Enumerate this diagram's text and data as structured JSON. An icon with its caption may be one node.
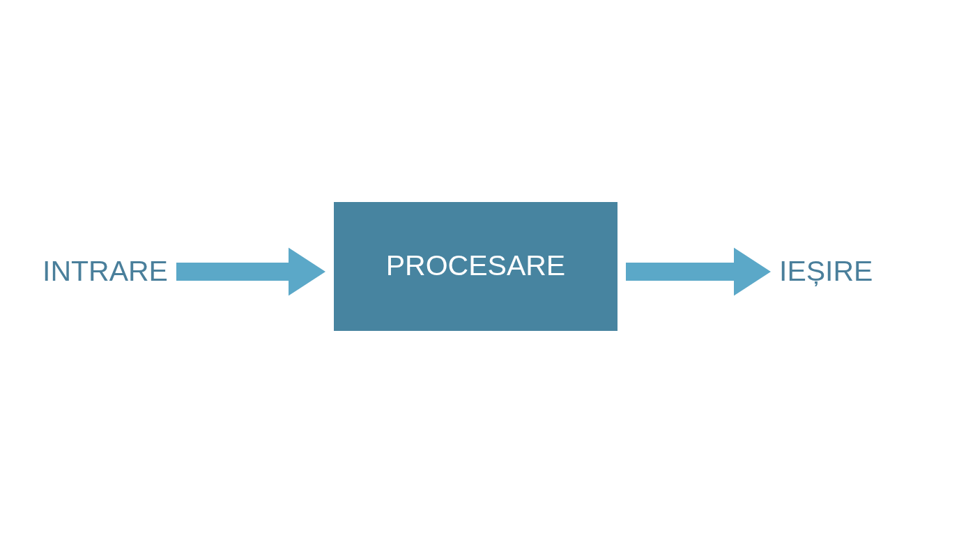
{
  "diagram": {
    "nodes": [
      {
        "text": [
          "INTRARE"
        ]
      },
      {
        "text": [
          "PROCESARE"
        ]
      },
      {
        "text": [
          "IEȘIRE"
        ]
      }
    ],
    "edges": [
      {
        "from": 0,
        "to": 1,
        "arrow": "to"
      },
      {
        "from": 1,
        "to": 2,
        "arrow": "to"
      }
    ]
  }
}
